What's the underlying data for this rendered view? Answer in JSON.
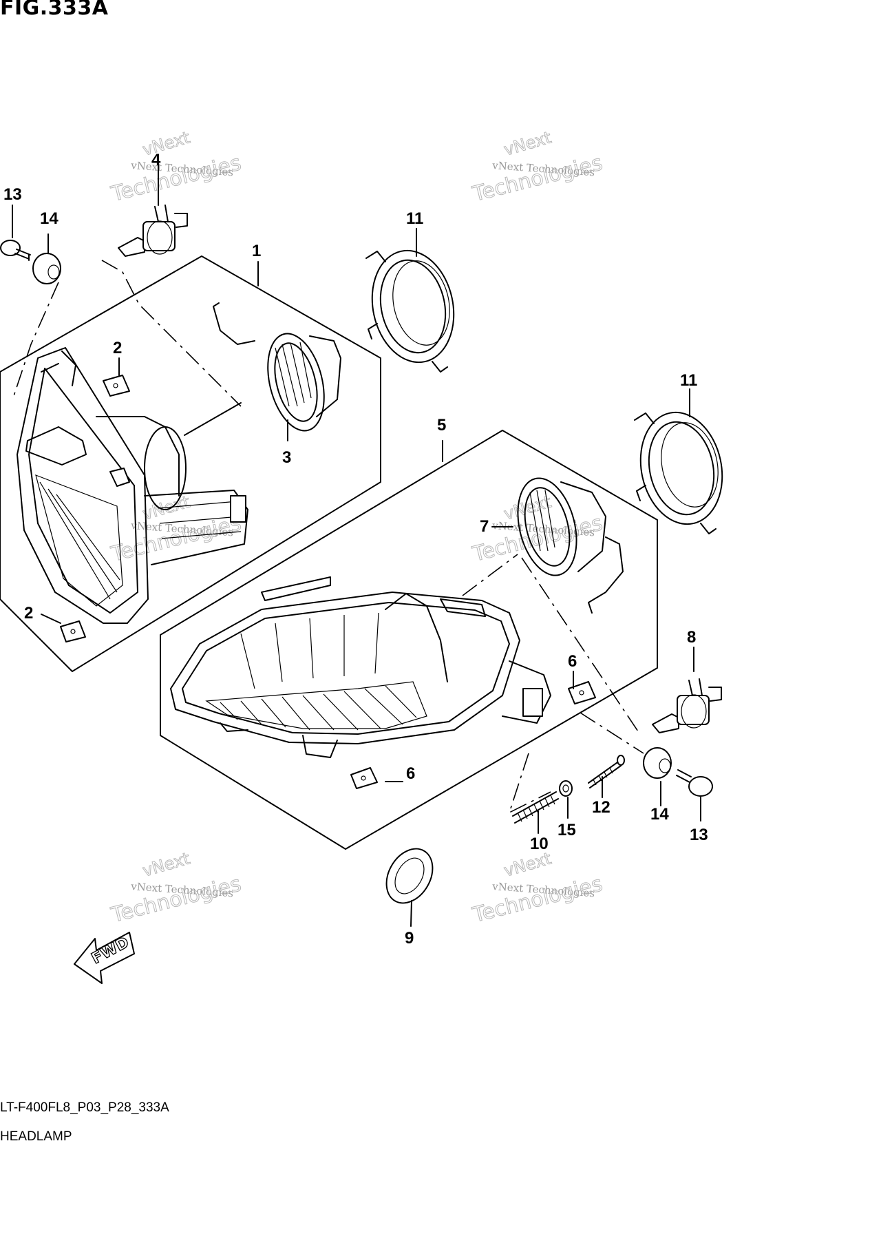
{
  "figure": {
    "title": "FIG.333A",
    "code": "LT-F400FL8_P03_P28_333A",
    "name": "HEADLAMP"
  },
  "callouts": [
    "1",
    "2",
    "2",
    "3",
    "4",
    "5",
    "6",
    "6",
    "7",
    "8",
    "9",
    "10",
    "11",
    "11",
    "12",
    "13",
    "13",
    "14",
    "14",
    "15"
  ],
  "watermark": {
    "small_text": "vNext Technologies",
    "brand": "vNext",
    "big_text": "Technologies"
  },
  "direction_label": "FWD"
}
